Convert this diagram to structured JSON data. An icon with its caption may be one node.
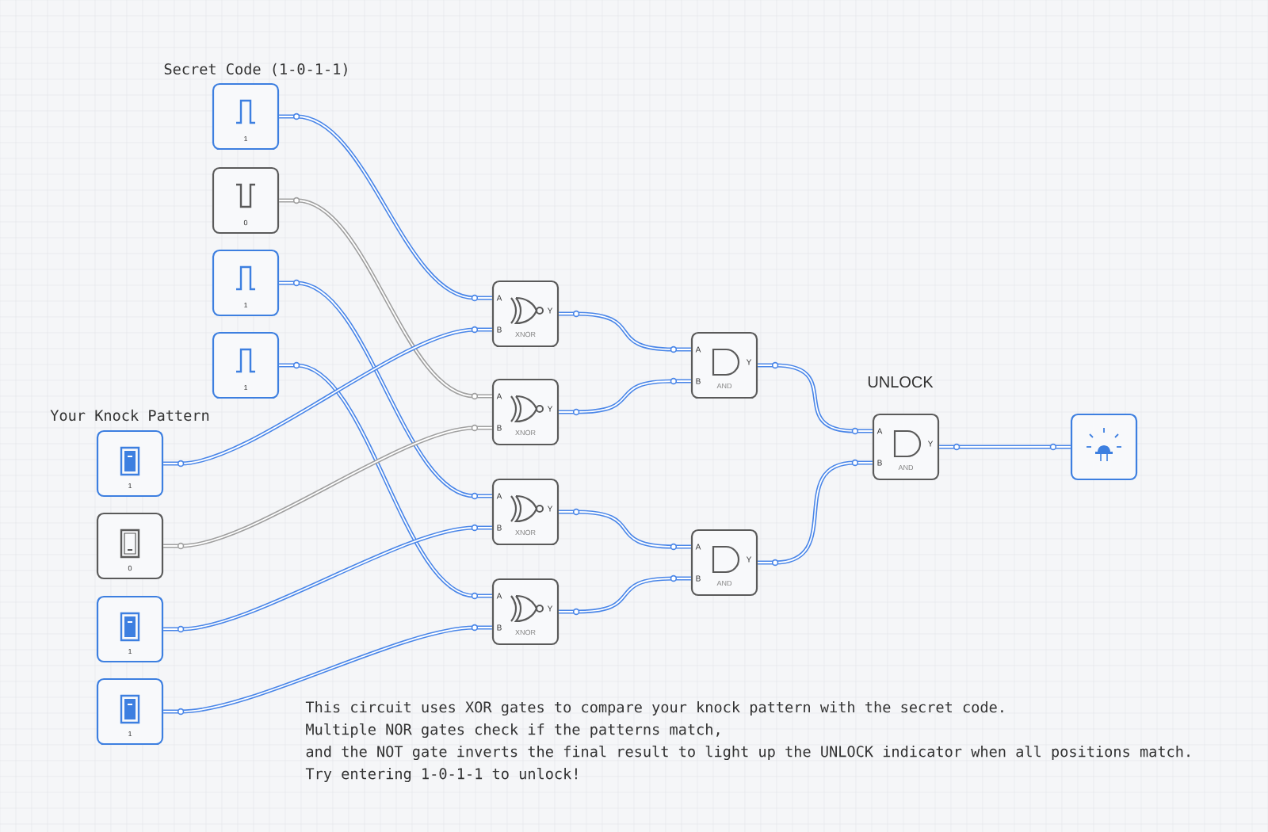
{
  "diagram": {
    "nodes": [
      {
        "text": [
          "1"
        ]
      },
      {
        "text": [
          "0"
        ]
      },
      {
        "text": [
          "1"
        ]
      },
      {
        "text": [
          "1"
        ]
      },
      {
        "text": [
          "1"
        ]
      },
      {
        "text": [
          "0"
        ]
      },
      {
        "text": [
          "1"
        ]
      },
      {
        "text": [
          "1"
        ]
      },
      {
        "text": [
          "A",
          "B",
          "Y",
          "XNOR"
        ]
      },
      {
        "text": [
          "A",
          "B",
          "Y",
          "XNOR"
        ]
      },
      {
        "text": [
          "A",
          "B",
          "Y",
          "XNOR"
        ]
      },
      {
        "text": [
          "A",
          "B",
          "Y",
          "XNOR"
        ]
      },
      {
        "text": [
          "A",
          "B",
          "Y",
          "AND"
        ]
      },
      {
        "text": [
          "A",
          "B",
          "Y",
          "AND"
        ]
      },
      {
        "text": [
          "A",
          "B",
          "Y",
          "AND"
        ]
      },
      {
        "text": [],
        "shape": "box"
      }
    ],
    "edges": [
      {
        "from": 0,
        "to": 8,
        "arrow": "none"
      },
      {
        "from": 1,
        "to": 9,
        "arrow": "none",
        "color": "#a0a0a0"
      },
      {
        "from": 2,
        "to": 10,
        "arrow": "none"
      },
      {
        "from": 3,
        "to": 11,
        "arrow": "none"
      },
      {
        "from": 4,
        "to": 8,
        "arrow": "none"
      },
      {
        "from": 5,
        "to": 9,
        "arrow": "none",
        "color": "#a0a0a0"
      },
      {
        "from": 6,
        "to": 10,
        "arrow": "none"
      },
      {
        "from": 7,
        "to": 11,
        "arrow": "none"
      },
      {
        "from": 8,
        "to": 12,
        "arrow": "none"
      },
      {
        "from": 9,
        "to": 12,
        "arrow": "none"
      },
      {
        "from": 10,
        "to": 13,
        "arrow": "none"
      },
      {
        "from": 11,
        "to": 13,
        "arrow": "none"
      },
      {
        "from": 12,
        "to": 14,
        "arrow": "none"
      },
      {
        "from": 13,
        "to": 14,
        "arrow": "none"
      },
      {
        "from": 14,
        "to": 15,
        "arrow": "none"
      }
    ],
    "labels": [
      "Secret Code (1-0-1-1)",
      "UNLOCK",
      "Your Knock Pattern",
      "This circuit uses XOR gates to compare your knock pattern with the secret code.",
      "Multiple NOR gates check if the patterns match,",
      "and the NOT gate inverts the final result to light up the UNLOCK indicator when all positions match.",
      "Try entering 1-0-1-1 to unlock!"
    ]
  }
}
